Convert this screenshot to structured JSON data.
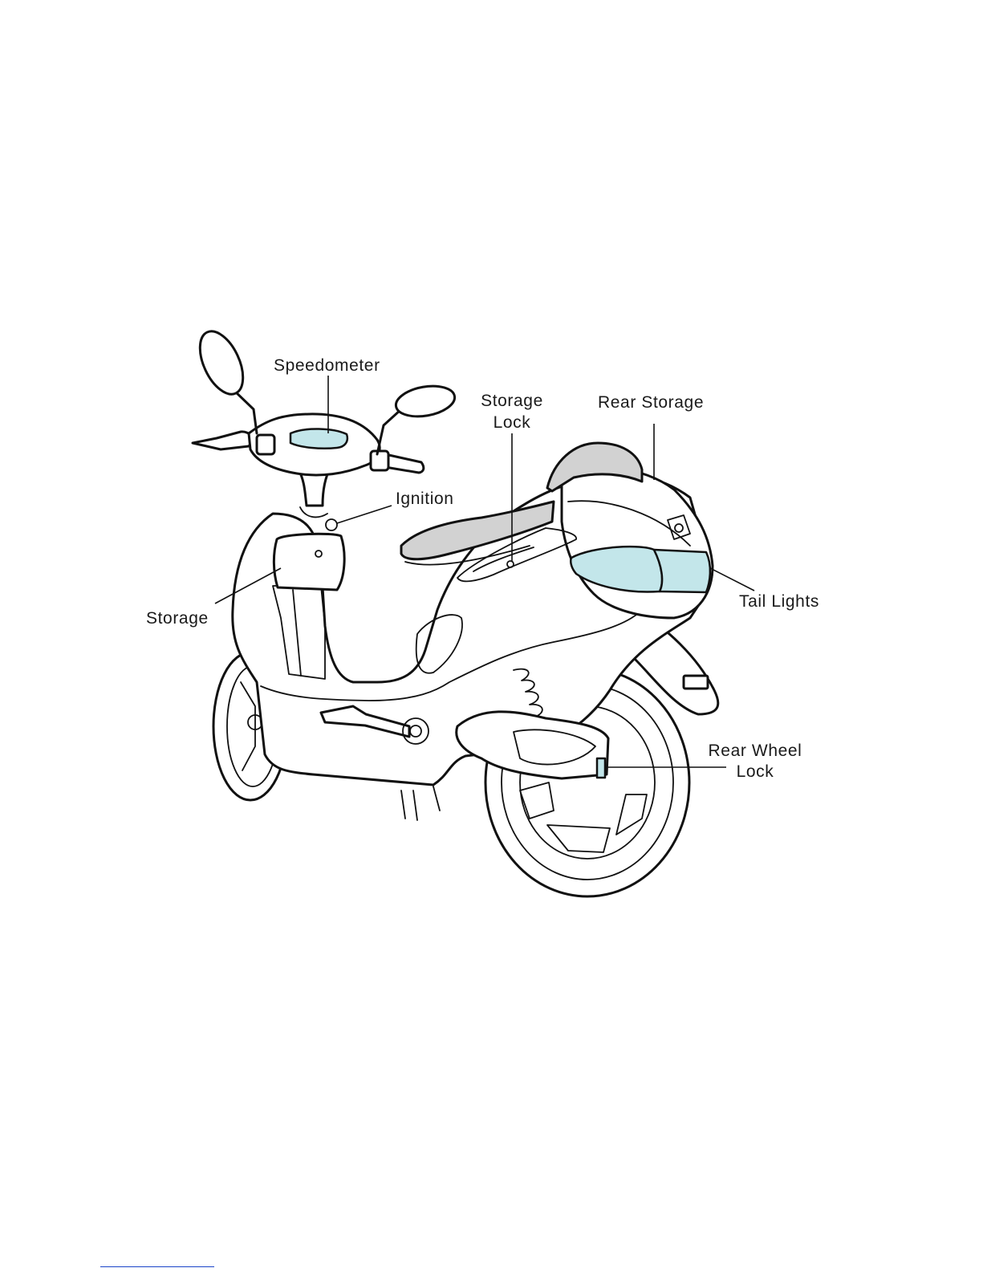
{
  "colors": {
    "outline": "#111111",
    "seat_fill": "#d2d2d2",
    "highlight_fill": "#c3e6ea",
    "background": "#ffffff"
  },
  "labels": {
    "speedometer": "Speedometer",
    "storage_lock_line1": "Storage",
    "storage_lock_line2": "Lock",
    "rear_storage": "Rear Storage",
    "ignition": "Ignition",
    "storage": "Storage",
    "tail_lights": "Tail Lights",
    "rear_wheel_lock_line1": "Rear Wheel",
    "rear_wheel_lock_line2": "Lock"
  }
}
